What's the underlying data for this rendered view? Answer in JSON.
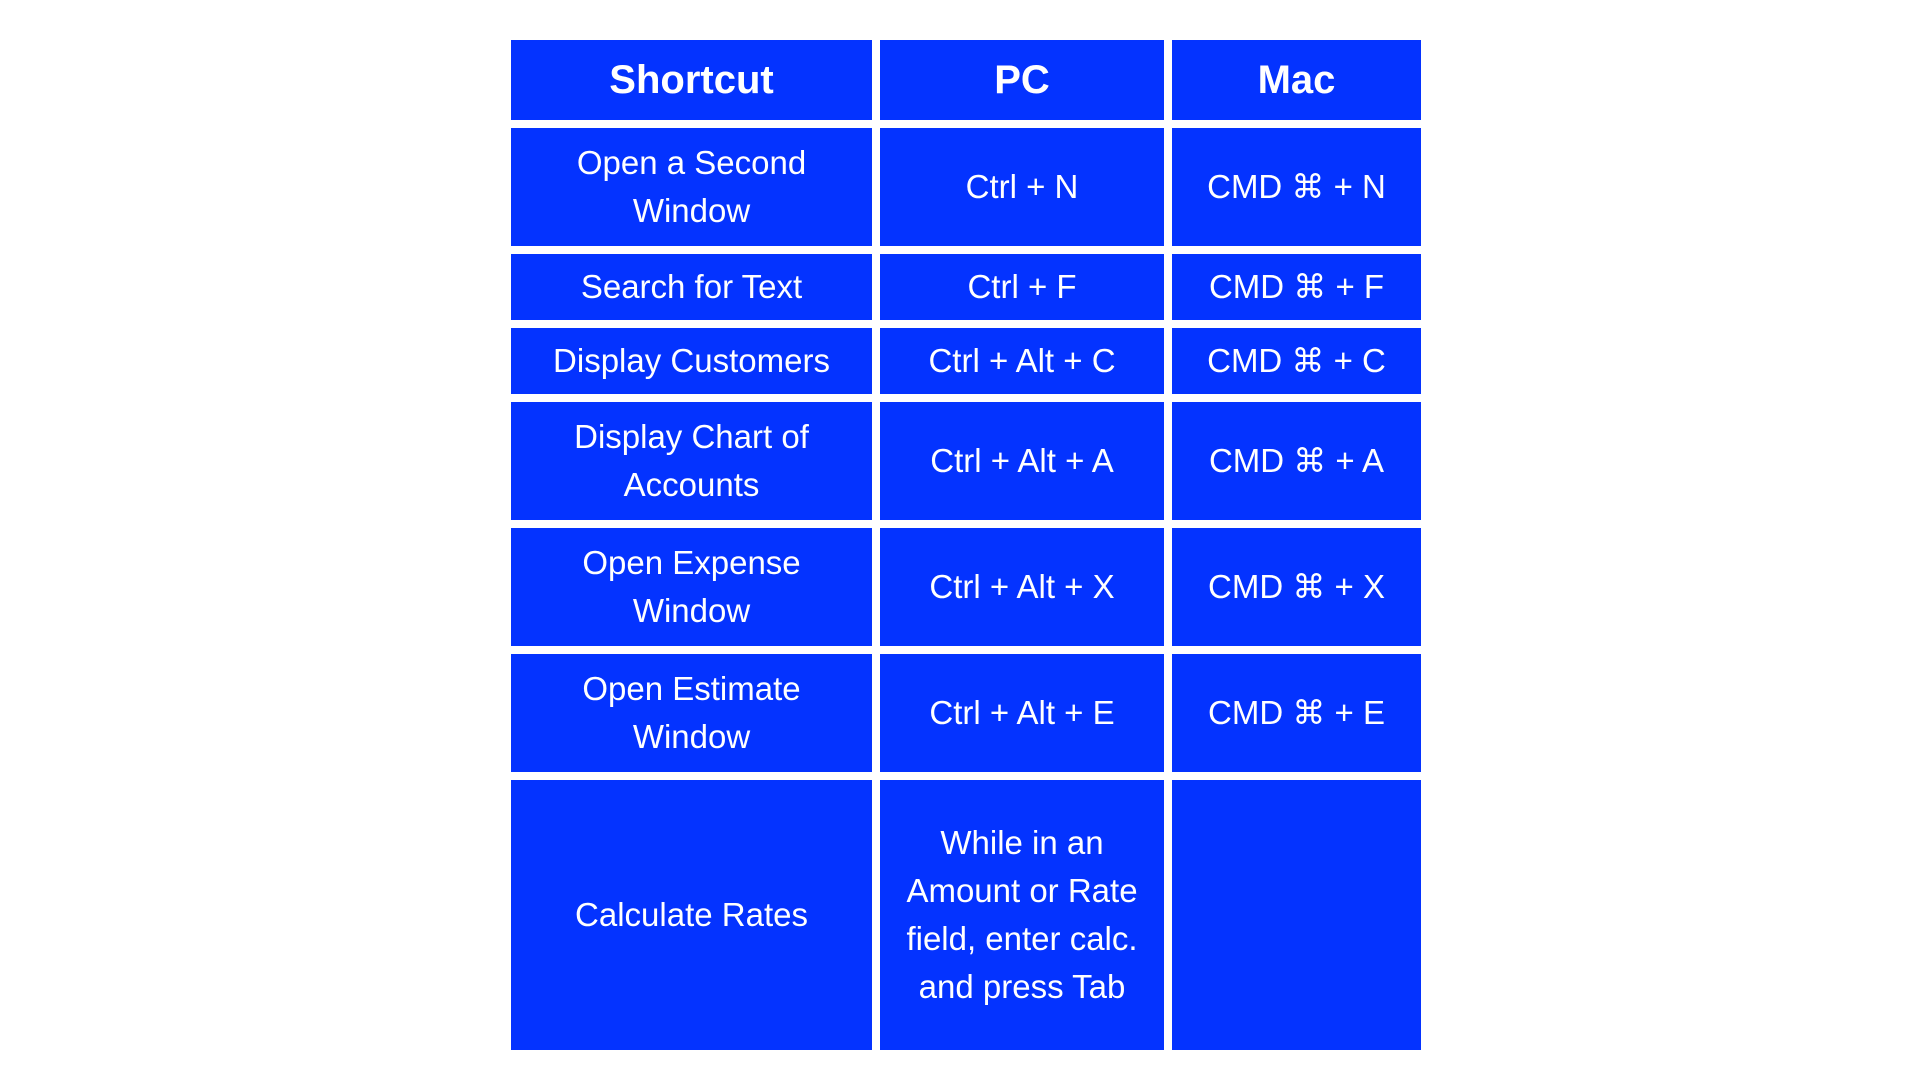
{
  "table": {
    "headers": {
      "shortcut": "Shortcut",
      "pc": "PC",
      "mac": "Mac"
    },
    "rows": [
      {
        "shortcut": "Open a Second Window",
        "pc": "Ctrl + N",
        "mac": "CMD ⌘ + N"
      },
      {
        "shortcut": "Search for Text",
        "pc": "Ctrl + F",
        "mac": "CMD ⌘ + F"
      },
      {
        "shortcut": "Display Customers",
        "pc": "Ctrl + Alt + C",
        "mac": "CMD ⌘ +  C"
      },
      {
        "shortcut": "Display Chart of Accounts",
        "pc": "Ctrl + Alt + A",
        "mac": "CMD ⌘ + A"
      },
      {
        "shortcut": "Open Expense Window",
        "pc": "Ctrl + Alt + X",
        "mac": "CMD ⌘ + X"
      },
      {
        "shortcut": "Open Estimate Window",
        "pc": "Ctrl + Alt + E",
        "mac": "CMD ⌘ + E"
      },
      {
        "shortcut": "Calculate Rates",
        "pc": "While in an Amount or Rate field, enter calc. and press Tab",
        "mac": ""
      }
    ]
  },
  "colors": {
    "cell_background": "#0433ff",
    "text": "#ffffff",
    "page_background": "#ffffff"
  }
}
